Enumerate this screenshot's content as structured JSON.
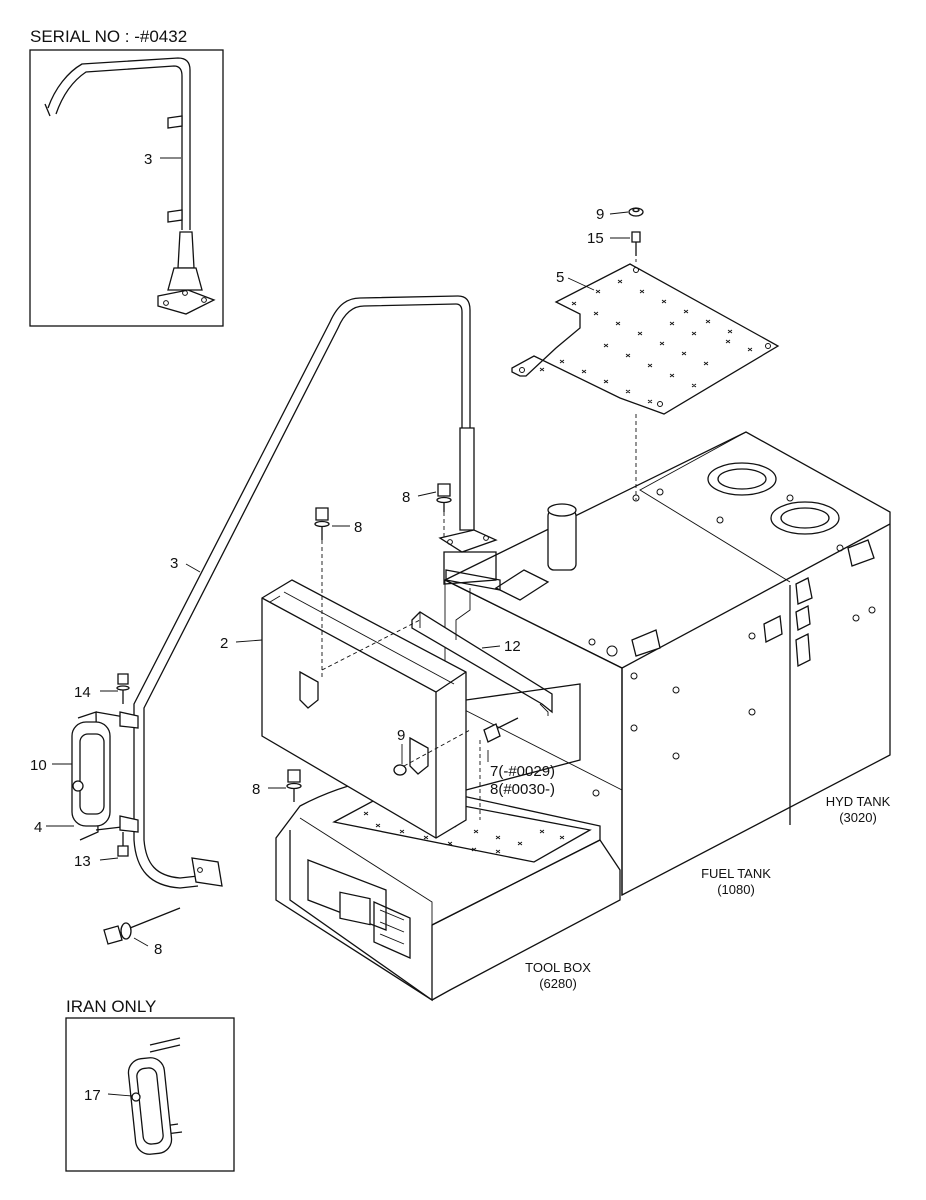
{
  "insets": {
    "serial": {
      "title": "SERIAL NO : -#0432",
      "part_label": "3"
    },
    "iran": {
      "title": "IRAN ONLY",
      "part_label": "17"
    }
  },
  "callouts": {
    "c9_top": "9",
    "c15": "15",
    "c5": "5",
    "c8_a": "8",
    "c8_b": "8",
    "c3": "3",
    "c2": "2",
    "c12": "12",
    "c14": "14",
    "c10": "10",
    "c4": "4",
    "c13": "13",
    "c8_c": "8",
    "c8_d": "8",
    "c9_mid": "9",
    "c7": "7(-#0029)",
    "c8_serial": "8(#0030-)"
  },
  "assemblies": {
    "hyd_tank": {
      "name": "HYD TANK",
      "code": "(3020)"
    },
    "fuel_tank": {
      "name": "FUEL TANK",
      "code": "(1080)"
    },
    "tool_box": {
      "name": "TOOL BOX",
      "code": "(6280)"
    }
  }
}
